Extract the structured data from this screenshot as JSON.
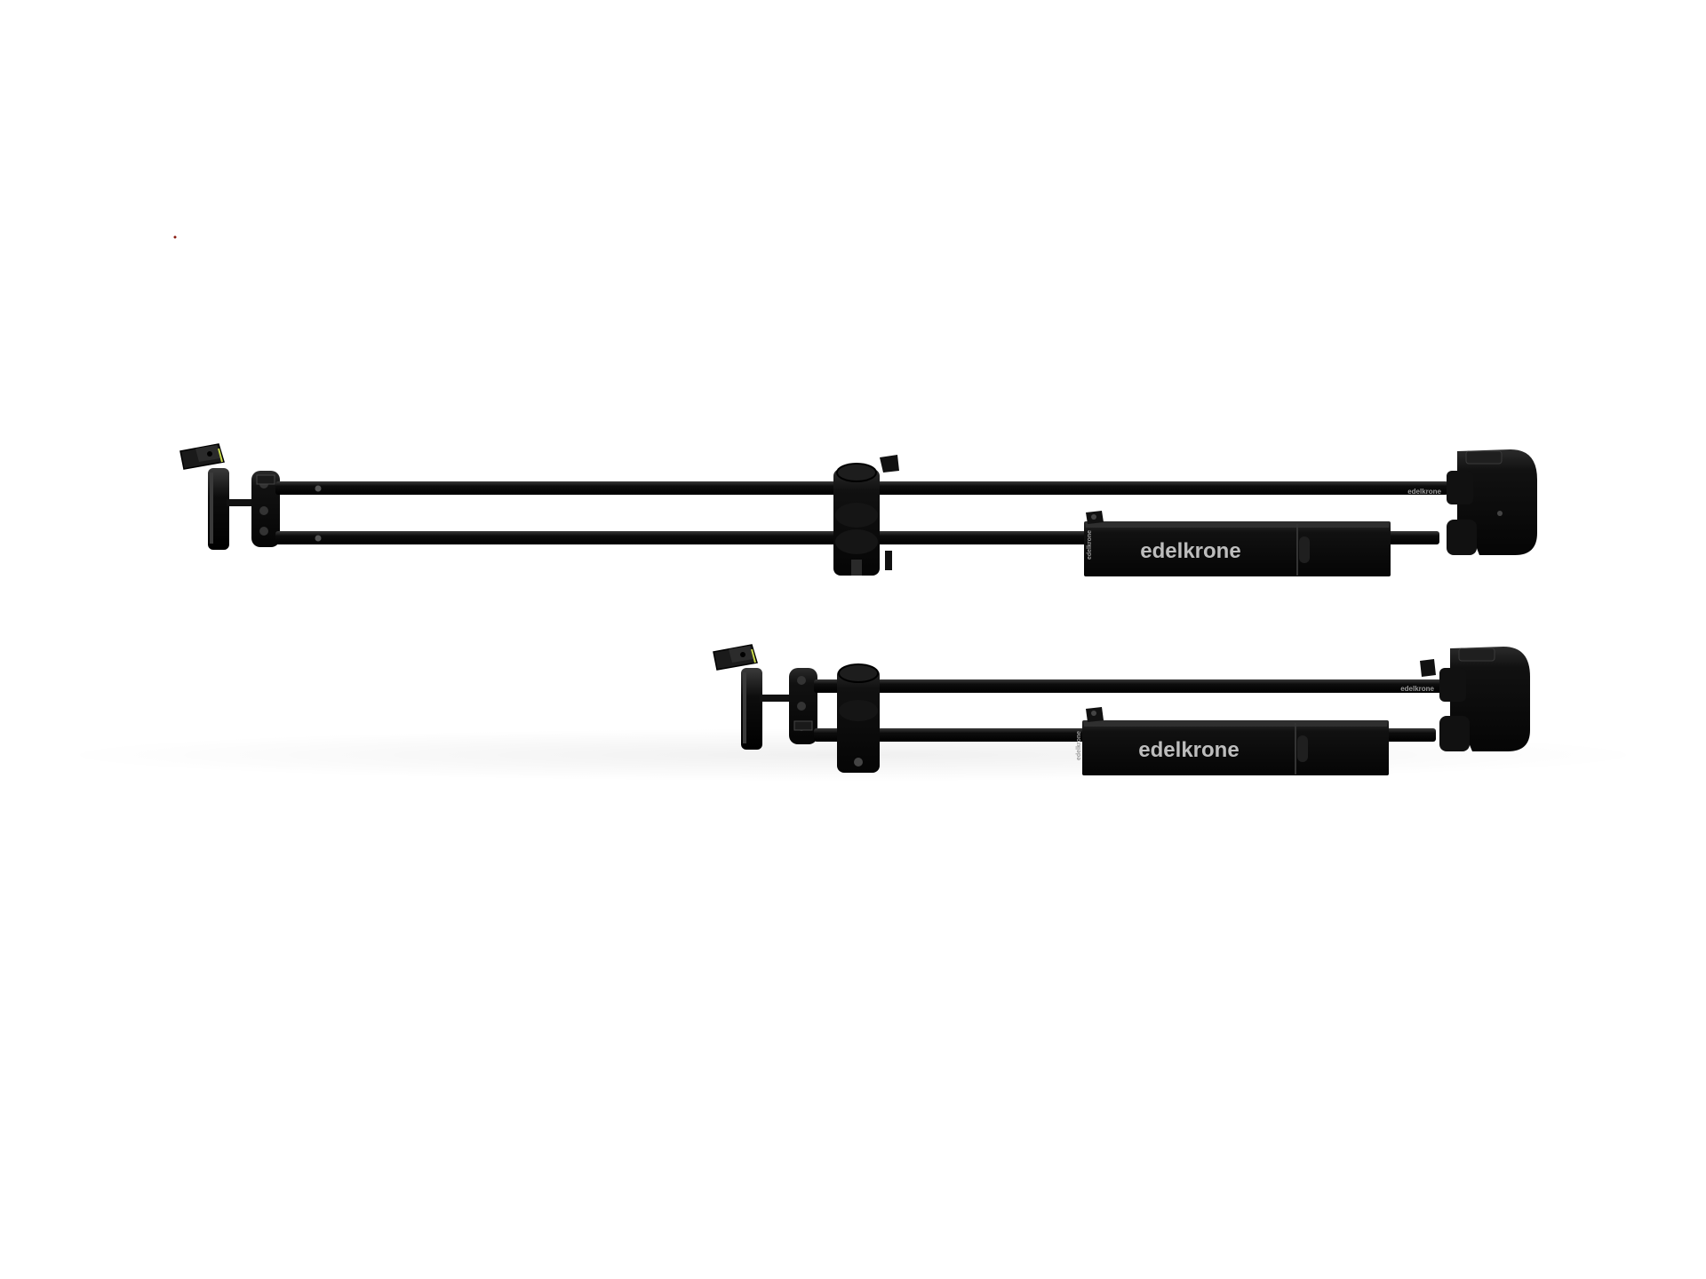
{
  "colors": {
    "background": "#ffffff",
    "metal": "#0b0b0b",
    "metal_highlight": "#2a2a2a",
    "logo_text": "#bdbdbd",
    "accent": "#c8d84a"
  },
  "products": [
    {
      "state": "extended",
      "brand_label": "edelkrone",
      "end_label": "edelkrone",
      "side_label": "edelkrone"
    },
    {
      "state": "compact",
      "brand_label": "edelkrone",
      "end_label": "edelkrone",
      "side_label": "edelkrone"
    }
  ]
}
